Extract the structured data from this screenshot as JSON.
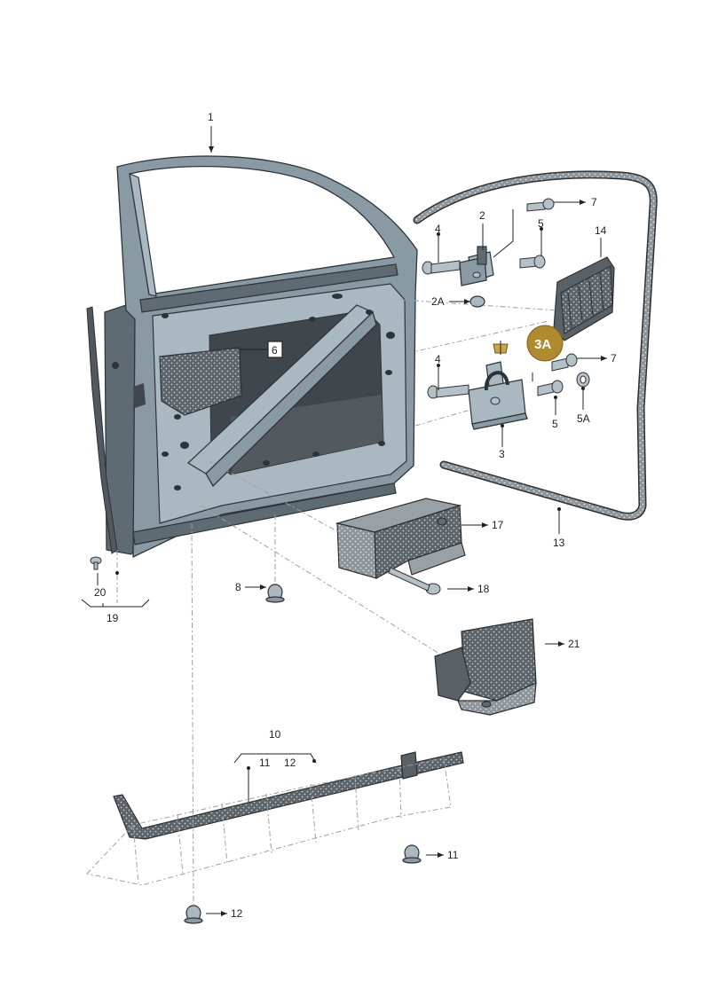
{
  "labels": {
    "p1": "1",
    "p2": "2",
    "p2a": "2A",
    "p3": "3",
    "p3a": "3A",
    "p4a": "4",
    "p4b": "4",
    "p5a": "5",
    "p5b": "5",
    "p5c": "5A",
    "p6": "6",
    "p7a": "7",
    "p7b": "7",
    "p8": "8",
    "p10": "10",
    "p11a": "11",
    "p11b": "11",
    "p12a": "12",
    "p12b": "12",
    "p13": "13",
    "p14": "14",
    "p17": "17",
    "p18": "18",
    "p19": "19",
    "p20": "20",
    "p21": "21"
  },
  "colors": {
    "highlight_badge": "#b08a2e",
    "door_steel": "#8a9aa5",
    "seal": "#51585f"
  }
}
